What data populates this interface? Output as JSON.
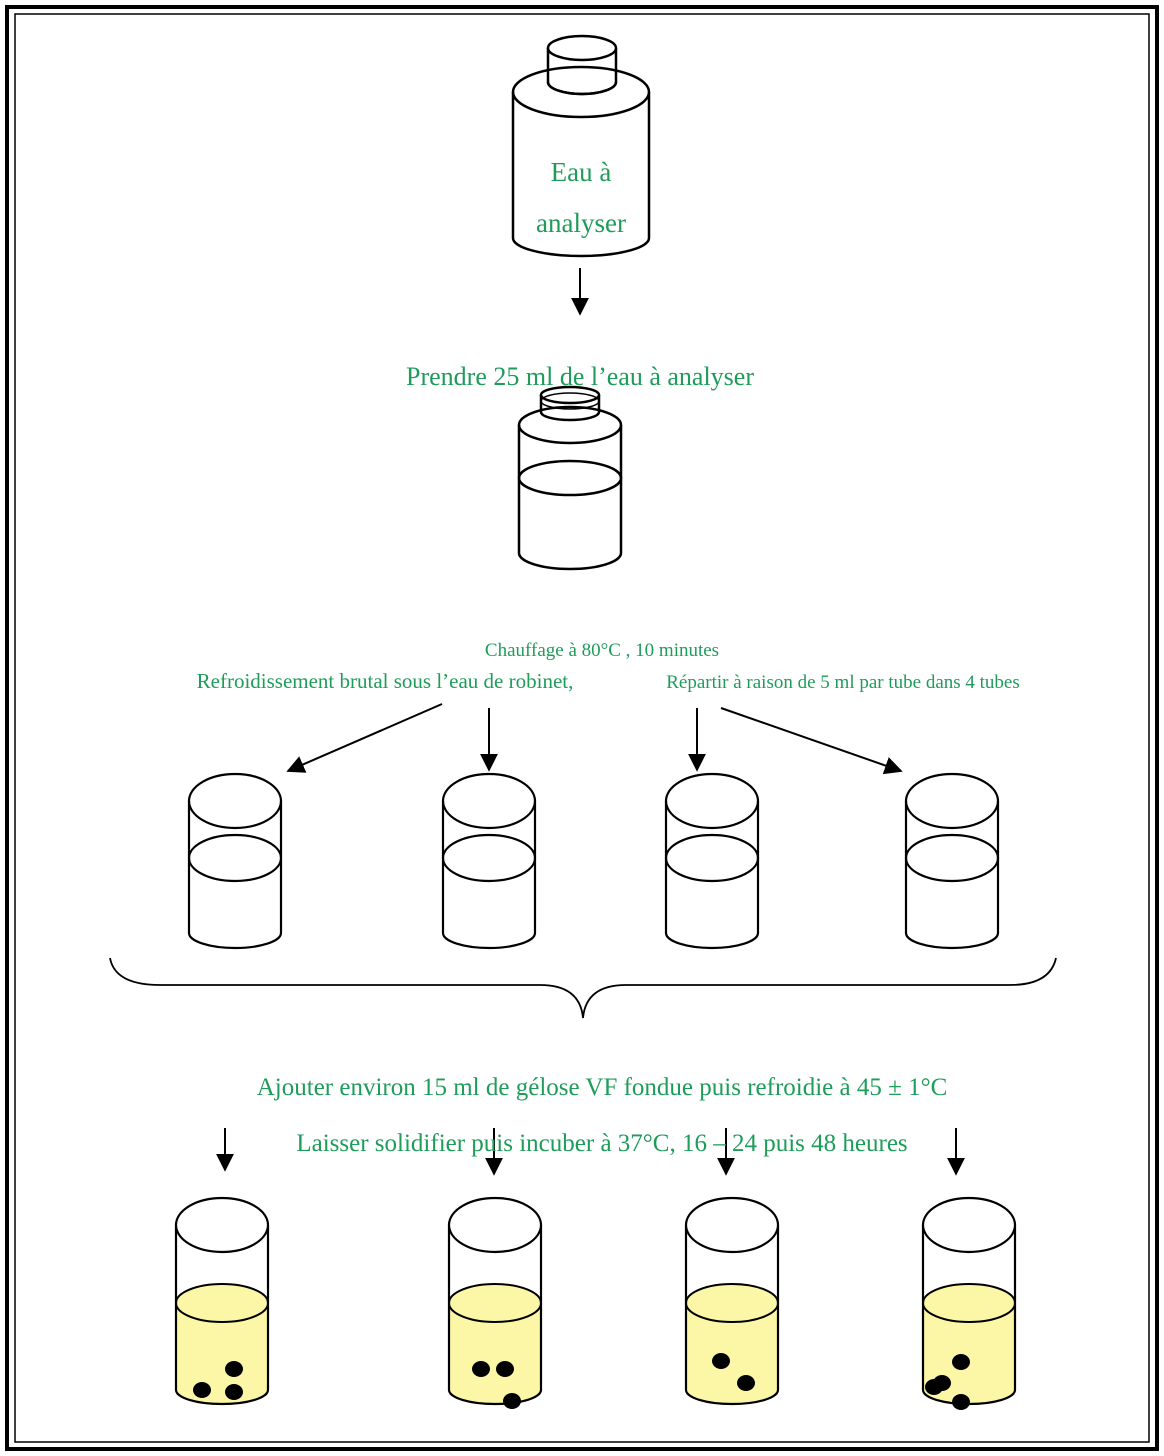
{
  "texts": {
    "source_line1": "Eau à",
    "source_line2": "analyser",
    "step_take": "Prendre  25 ml  de l’eau à analyser",
    "step_heat": "Chauffage à 80°C , 10 minutes",
    "step_cool": "Refroidissement brutal sous l’eau de robinet,",
    "step_split": "Répartir à raison de 5 ml par tube dans 4 tubes",
    "step_add_agar": "Ajouter environ 15 ml de gélose VF fondue puis refroidie à 45 ± 1°C",
    "step_incubate": "Laisser solidifier puis incuber à 37°C, 16 – 24 puis 48 heures"
  },
  "colors": {
    "label_text": "#1e9c5a",
    "agar_fill": "#fbf7a6",
    "colony": "#000000",
    "outline": "#000000"
  },
  "tubes_count": 4,
  "colonies_per_tube": [
    3,
    3,
    2,
    4
  ]
}
